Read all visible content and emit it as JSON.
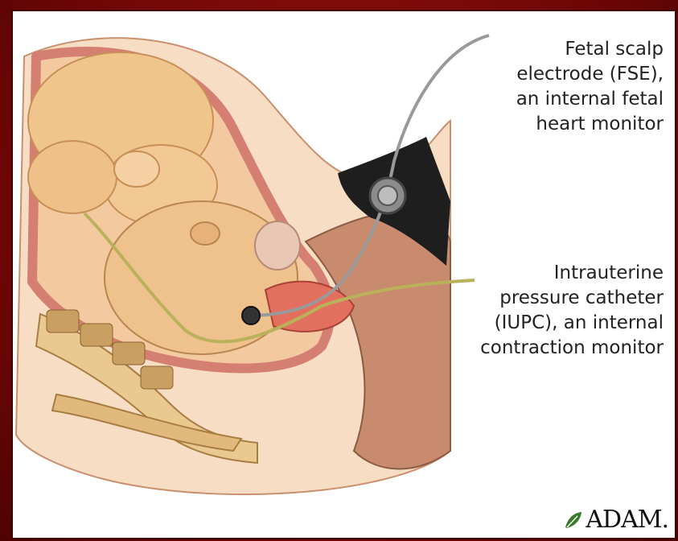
{
  "labels": {
    "fse": [
      "Fetal scalp",
      "electrode (FSE),",
      "an internal fetal",
      "heart monitor"
    ],
    "iupc": [
      "Intrauterine",
      "pressure catheter",
      "(IUPC), an internal",
      "contraction monitor"
    ]
  },
  "logo": {
    "text": "ADAM."
  },
  "colors": {
    "frame": "#7a0a0a",
    "skin": "#f2c48e",
    "uterus": "#d98c7e",
    "belt": "#1a1a1a",
    "catheter": "#b9b25a",
    "wire": "#9a9a9a"
  },
  "icons": [
    "leaf-icon"
  ]
}
